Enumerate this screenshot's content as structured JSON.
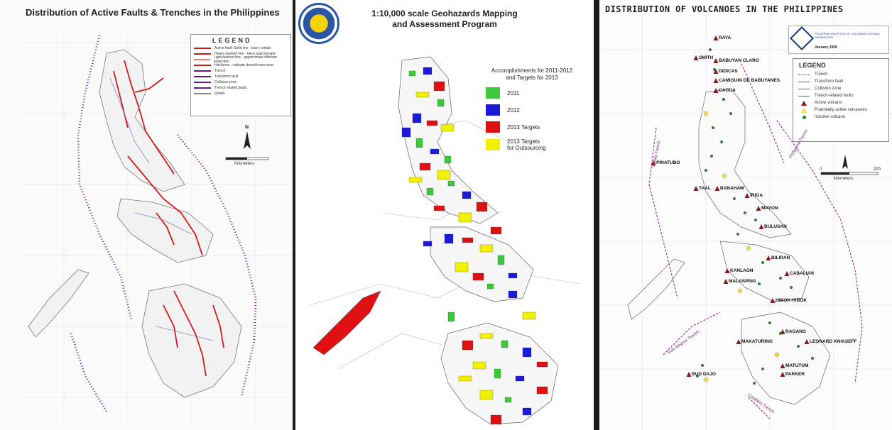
{
  "panels": {
    "faults": {
      "title": "Distribution of Active Faults & Trenches in the Philippines",
      "legend_title": "LEGEND",
      "legend_items": [
        {
          "label": "Active fault: Solid line - trace certain",
          "color": "#d7191c"
        },
        {
          "label": "Heavy dashed line - trace approximate",
          "color": "#d7191c"
        },
        {
          "label": "Light dashed line - approximate offshore projection",
          "color": "#e77"
        },
        {
          "label": "Hachures - indicate downthrown area",
          "color": "#d7191c"
        },
        {
          "label": "Trench",
          "color": "#6a1b8a"
        },
        {
          "label": "Transform fault",
          "color": "#6a1b8a"
        },
        {
          "label": "Collision zone",
          "color": "#6a1b8a"
        },
        {
          "label": "Trench related faults",
          "color": "#6a1b8a"
        },
        {
          "label": "Roads",
          "color": "#888888"
        }
      ],
      "north_label": "N",
      "scale_label": "Kilometers"
    },
    "geohazards": {
      "title_line1": "1:10,000 scale Geohazards Mapping",
      "title_line2": "and Assessment Program",
      "legend_heading_line1": "Accomplishments for 2011-2012",
      "legend_heading_line2": "and Targets for 2013",
      "legend_items": [
        {
          "label_line1": "2011",
          "label_line2": "",
          "color": "#3cc93c"
        },
        {
          "label_line1": "2012",
          "label_line2": "",
          "color": "#1a1ad8"
        },
        {
          "label_line1": "2013 Targets",
          "label_line2": "",
          "color": "#e01010"
        },
        {
          "label_line1": "2013 Targets",
          "label_line2": "for Outsourcing",
          "color": "#f2f200"
        }
      ]
    },
    "volcanoes": {
      "title": "DISTRIBUTION OF VOLCANOES IN THE PHILIPPINES",
      "institution": "PHILIPPINE INSTITUTE OF VOLCANOLOGY AND SEISMOLOGY",
      "date": "January 2008",
      "legend_title": "LEGEND",
      "legend_items": [
        {
          "label": "Trench",
          "symbol": "trench",
          "color": "#9b3a9b"
        },
        {
          "label": "Transform fault",
          "symbol": "line",
          "color": "#9b3a9b"
        },
        {
          "label": "Collision zone",
          "symbol": "line",
          "color": "#9b3a9b"
        },
        {
          "label": "Trench-related faults",
          "symbol": "line",
          "color": "#9b3a9b"
        },
        {
          "label": "Active volcano",
          "symbol": "triangle-red",
          "color": "#8b1a1a"
        },
        {
          "label": "Potentially active volcanoes",
          "symbol": "triangle-yellow",
          "color": "#f2e04a"
        },
        {
          "label": "Inactive volcano",
          "symbol": "dot-green",
          "color": "#2e7d32"
        }
      ],
      "scale_label": "kilometers",
      "scale_min": "0",
      "scale_max": "200",
      "volcano_labels": [
        "RAYA",
        "SMITH",
        "BABUYAN CLARO",
        "DIDICAS",
        "CAMIGUIN DE BABUYANES",
        "CAGUA",
        "PINATUBO",
        "TAAL",
        "BANAHAW",
        "IRIGA",
        "MAYON",
        "BULUSAN",
        "BILIRAN",
        "KANLAON",
        "MALASPINA",
        "CABALIAN",
        "HIBOK-HIBOK",
        "RAGANG",
        "MAKATURING",
        "LEONARD KNIASEFF",
        "MATUTUM",
        "PARKER",
        "BUD DAJO"
      ],
      "trench_labels": [
        "Manila Trench",
        "Philippine Trench",
        "Sulu-Negros Trench",
        "Cotabato Trench"
      ]
    }
  }
}
